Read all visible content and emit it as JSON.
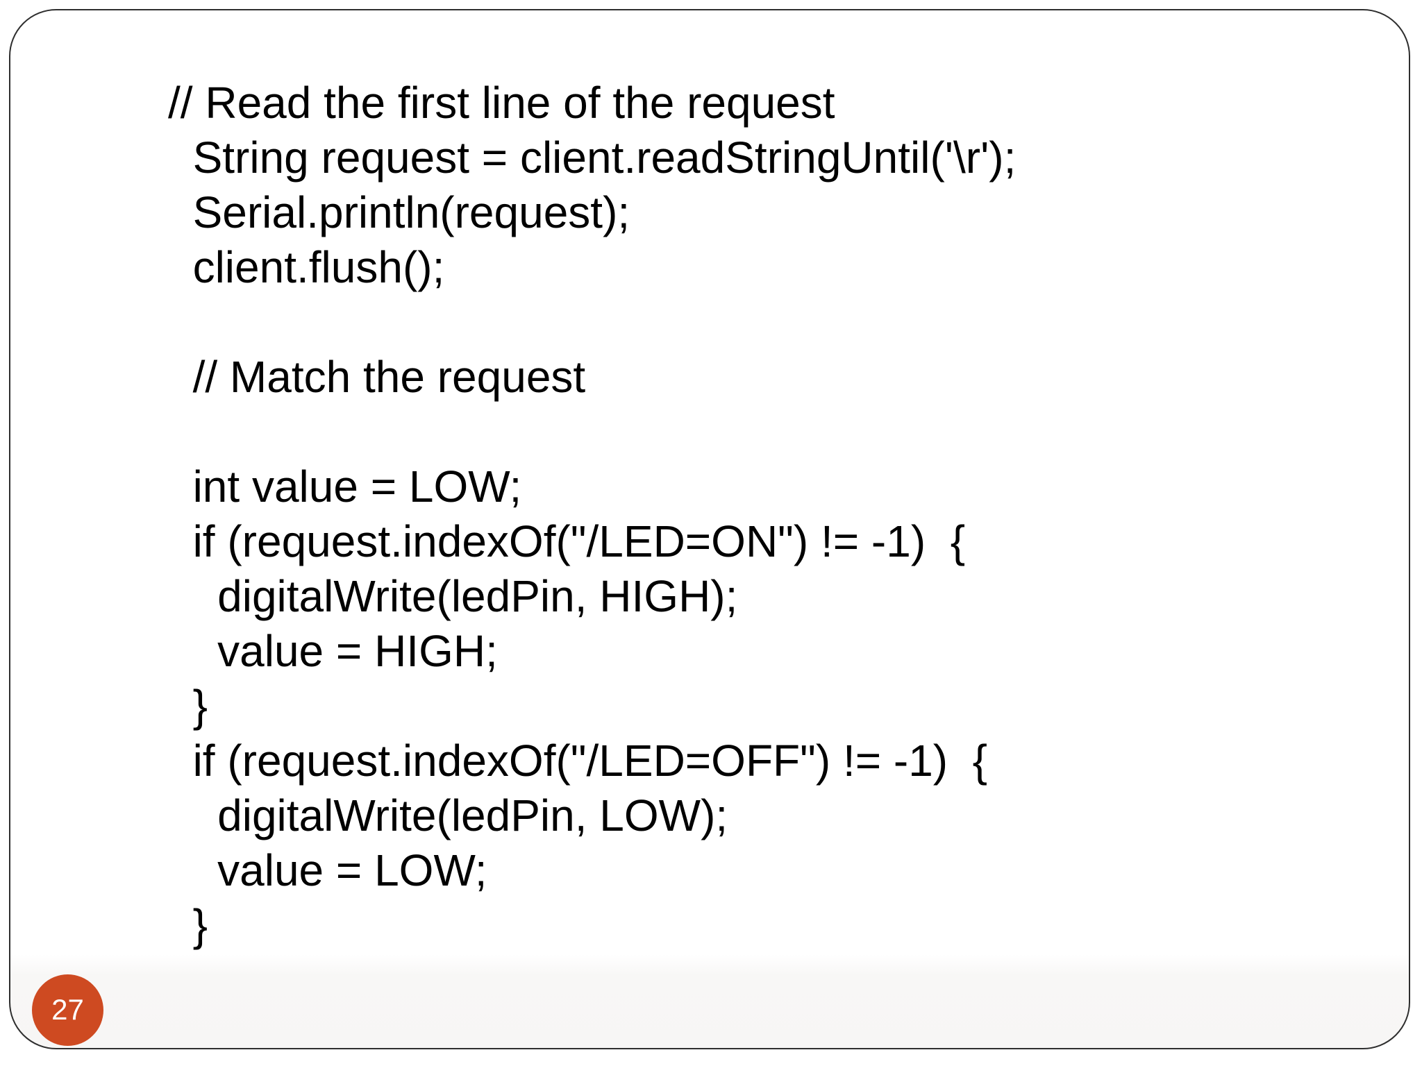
{
  "slide": {
    "page_number": "27",
    "code_lines": [
      "// Read the first line of the request",
      "  String request = client.readStringUntil('\\r');",
      "  Serial.println(request);",
      "  client.flush();",
      "",
      "  // Match the request",
      "",
      "  int value = LOW;",
      "  if (request.indexOf(\"/LED=ON\") != -1)  {",
      "    digitalWrite(ledPin, HIGH);",
      "    value = HIGH;",
      "  }",
      "  if (request.indexOf(\"/LED=OFF\") != -1)  {",
      "    digitalWrite(ledPin, LOW);",
      "    value = LOW;",
      "  }"
    ]
  },
  "colors": {
    "page_number_badge": "#ce4a21",
    "badge_text": "#ffffff",
    "code_text": "#000000",
    "frame_border": "#2e2e2e",
    "background": "#ffffff"
  }
}
